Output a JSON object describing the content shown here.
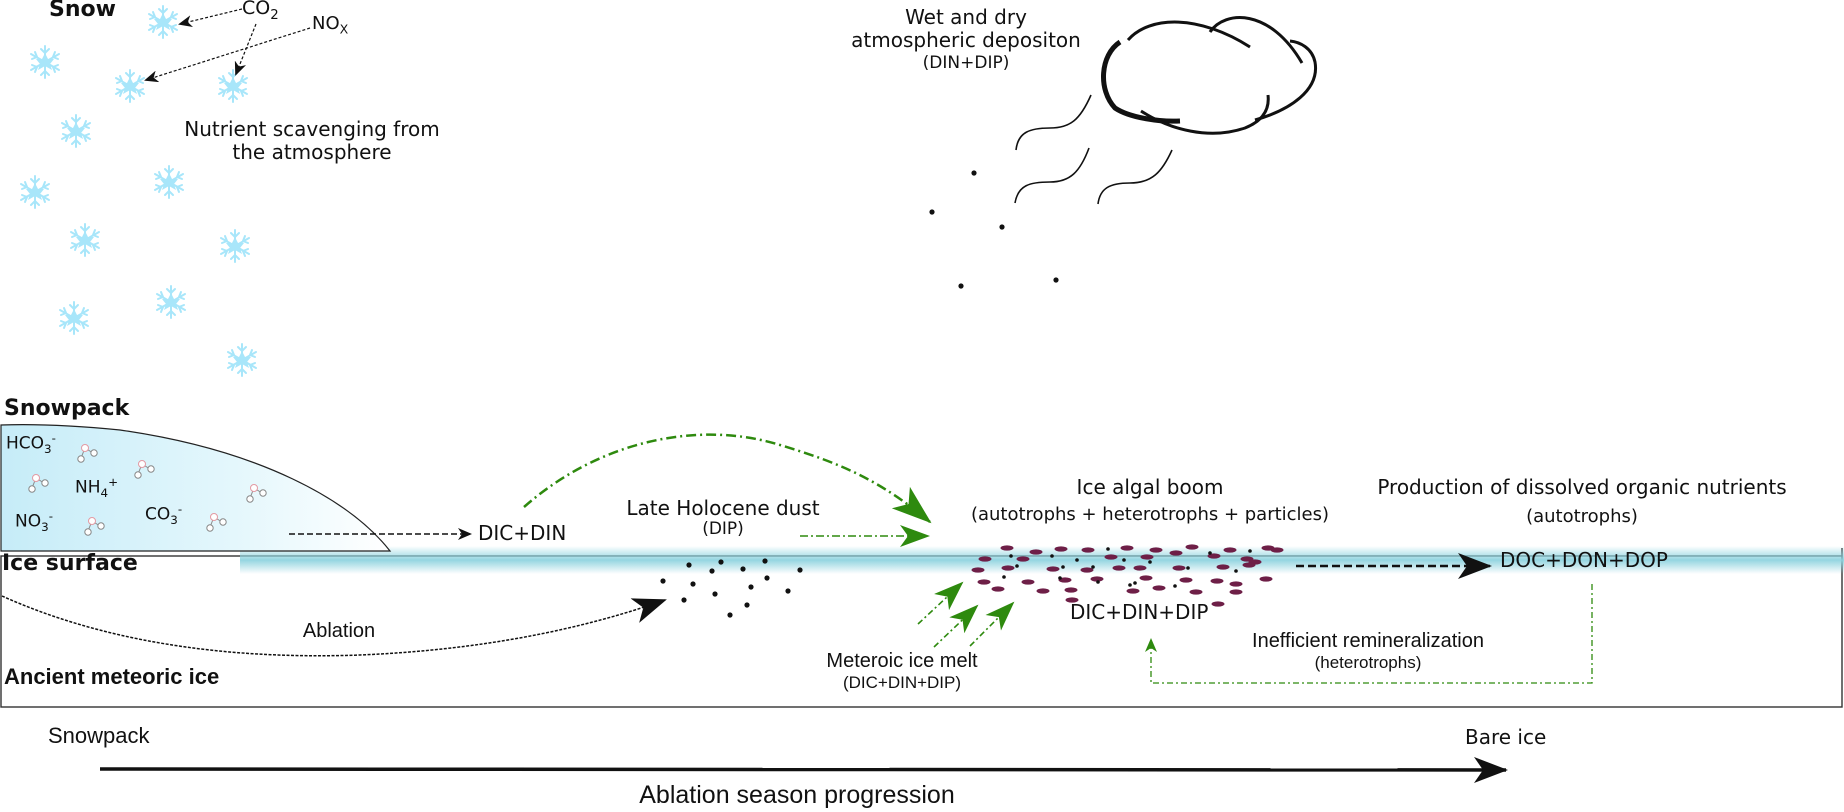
{
  "colors": {
    "snowflake": "#a8e6fa",
    "snowpack_fill_start": "#c6ecf8",
    "snowpack_fill_end": "#ffffff",
    "ice_band": "#8fd3df",
    "green_flow": "#2e8a0e",
    "algae": "#6e1f47",
    "ink": "#111111"
  },
  "zones": {
    "snow": "Snow",
    "snowpack": "Snowpack",
    "ice_surface": "Ice surface",
    "ancient_ice": "Ancient meteoric  ice"
  },
  "atmosphere": {
    "co2": {
      "base": "CO",
      "sub": "2"
    },
    "nox": {
      "base": "NO",
      "sub": "X"
    },
    "scavenging_line1": "Nutrient scavenging from",
    "scavenging_line2": "the atmosphere",
    "deposition_line1": "Wet and dry",
    "deposition_line2": "atmospheric depositon",
    "deposition_line3": "(DIN+DIP)"
  },
  "snowpack_ions": {
    "hco3": {
      "base": "HCO",
      "sub": "3",
      "sup": "-"
    },
    "nh4": {
      "base": "NH",
      "sub": "4",
      "sup": "+"
    },
    "no3": {
      "base": "NO",
      "sub": "3",
      "sup": "-"
    },
    "co3": {
      "base": "CO",
      "sub": "3",
      "sup": "-"
    }
  },
  "processes": {
    "dic_din": "DIC+DIN",
    "dust_line1": "Late Holocene dust",
    "dust_line2": "(DIP)",
    "algal_line1": "Ice algal boom",
    "algal_line2": "(autotrophs + heterotrophs + particles)",
    "algal_products": "DIC+DIN+DIP",
    "production_line1": "Production of dissolved organic nutrients",
    "production_line2": "(autotrophs)",
    "organic_products": "DOC+DON+DOP",
    "remin_line1": "Inefficient remineralization",
    "remin_line2": "(heterotrophs)",
    "ablation": "Ablation",
    "melt_line1": "Meteroic ice melt",
    "melt_line2": "(DIC+DIN+DIP)"
  },
  "timeline": {
    "start": "Snowpack",
    "end": "Bare ice",
    "label": "Ablation season progression"
  }
}
